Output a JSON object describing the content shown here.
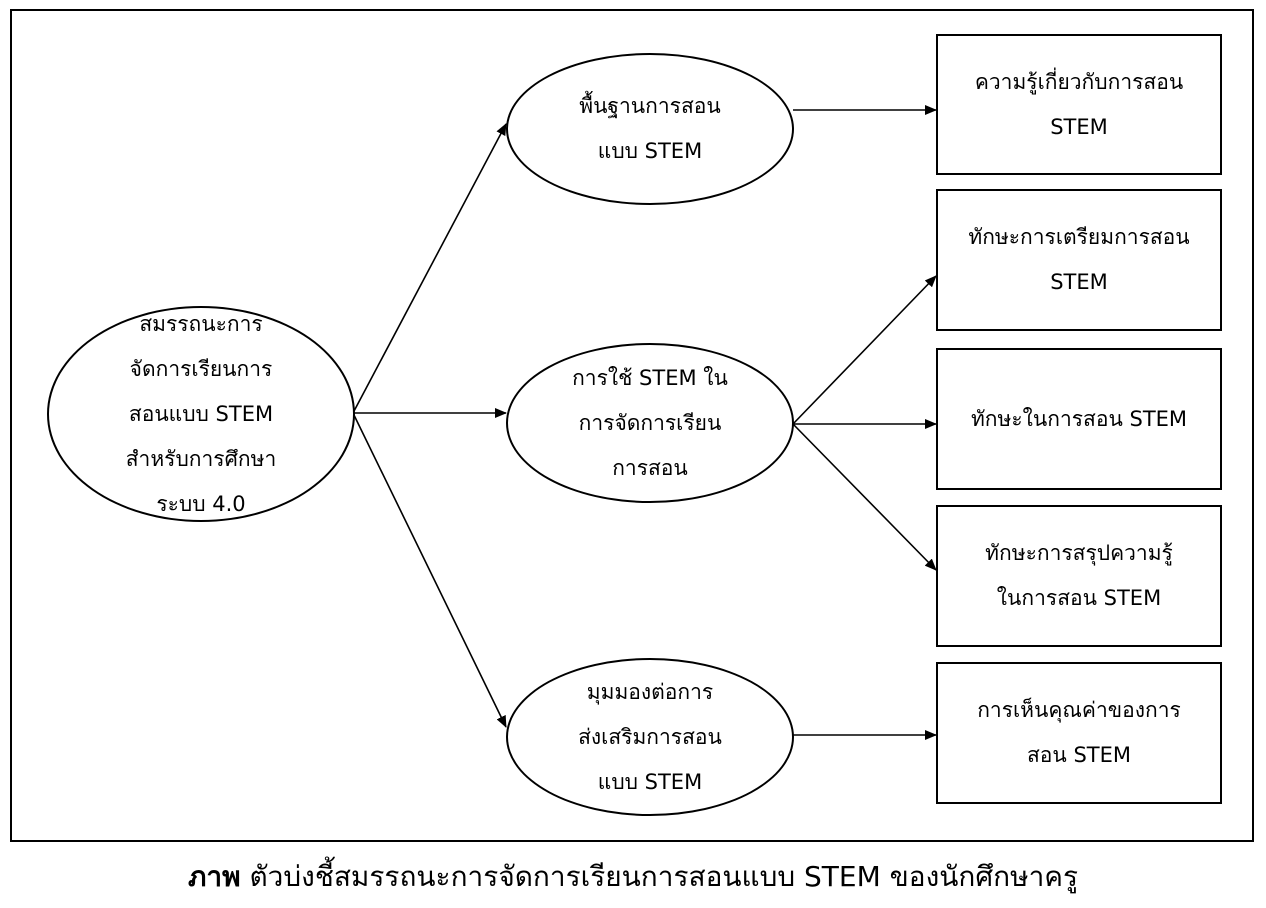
{
  "root": {
    "lines": [
      "สมรรถนะการ",
      "จัดการเรียนการ",
      "สอนแบบ STEM",
      "สำหรับการศึกษา",
      "ระบบ 4.0"
    ]
  },
  "middle": [
    {
      "lines": [
        "พื้นฐานการสอน",
        "แบบ STEM"
      ]
    },
    {
      "lines": [
        "การใช้ STEM ใน",
        "การจัดการเรียน",
        "การสอน"
      ]
    },
    {
      "lines": [
        "มุมมองต่อการ",
        "ส่งเสริมการสอน",
        "แบบ STEM"
      ]
    }
  ],
  "outcomes": [
    {
      "lines": [
        "ความรู้เกี่ยวกับการสอน",
        "STEM"
      ]
    },
    {
      "lines": [
        "ทักษะการเตรียมการสอน",
        "STEM"
      ]
    },
    {
      "lines": [
        "ทักษะในการสอน STEM"
      ]
    },
    {
      "lines": [
        "ทักษะการสรุปความรู้",
        "ในการสอน STEM"
      ]
    },
    {
      "lines": [
        "การเห็นคุณค่าของการ",
        "สอน STEM"
      ]
    }
  ],
  "caption": {
    "bold": "ภาพ",
    "text": "ตัวบ่งชี้สมรรถนะการจัดการเรียนการสอนแบบ STEM ของนักศึกษาครู"
  }
}
